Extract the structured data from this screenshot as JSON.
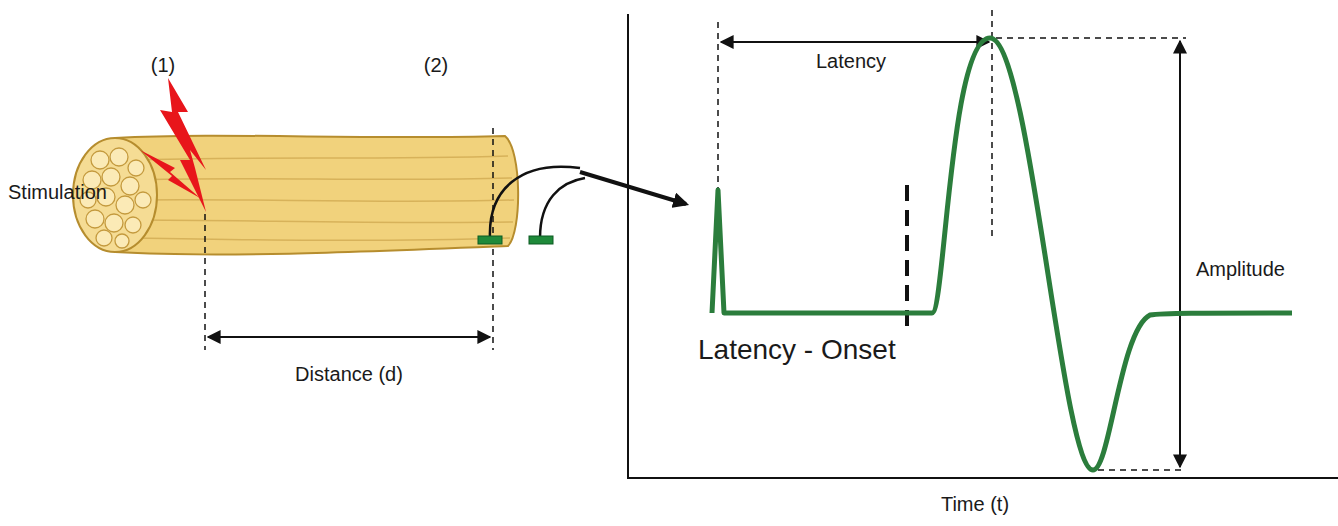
{
  "diagram": {
    "labels": [
      "(1)",
      "(2)",
      "Stimulation",
      "Distance (d)",
      "Latency",
      "Amplitude",
      "Latency - Onset",
      "Time (t)"
    ]
  }
}
